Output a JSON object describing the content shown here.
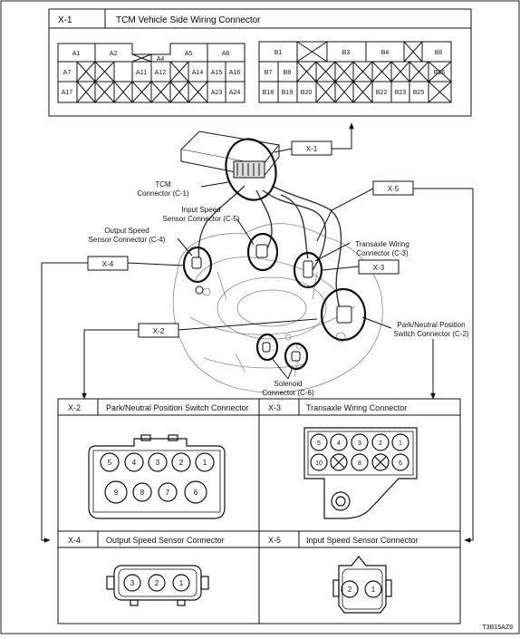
{
  "x1": {
    "id": "X-1",
    "title": "TCM Vehicle Side Wiring Connector",
    "a_pins": {
      "row1": [
        "A1",
        "A2",
        "A4",
        "A5",
        "A6"
      ],
      "row2": [
        "A7",
        "A11",
        "A12",
        "A14",
        "A15",
        "A16"
      ],
      "row3": [
        "A17",
        "A23",
        "A24"
      ]
    },
    "b_pins": {
      "row1": [
        "B1",
        "B3",
        "B4",
        "B6"
      ],
      "row2": [
        "B7",
        "B8",
        "B16"
      ],
      "row3": [
        "B18",
        "B19",
        "B20",
        "B22",
        "B23",
        "B25"
      ]
    }
  },
  "callouts": {
    "x1": "X-1",
    "x2": "X-2",
    "x3": "X-3",
    "x4": "X-4",
    "x5": "X-5",
    "tcm_line1": "TCM",
    "tcm_line2": "Connector (C-1)",
    "input_line1": "Input Speed",
    "input_line2": "Sensor Connector (C-5)",
    "output_line1": "Output Speed",
    "output_line2": "Sensor Connector (C-4)",
    "transaxle_line1": "Transaxle Wiring",
    "transaxle_line2": "Connector (C-3)",
    "park_line1": "Park/Neutral Position",
    "park_line2": "Switch Connector (C-2)",
    "solenoid_line1": "Solenoid",
    "solenoid_line2": "Connector (C-6)"
  },
  "x2": {
    "id": "X-2",
    "title": "Park/Neutral Position Switch Connector",
    "pins_top": [
      "5",
      "4",
      "3",
      "2",
      "1"
    ],
    "pins_bottom": [
      "9",
      "8",
      "7",
      "6"
    ]
  },
  "x3": {
    "id": "X-3",
    "title": "Transaxle Wiring Connector",
    "pins_top": [
      "5",
      "4",
      "3",
      "2",
      "1"
    ],
    "pins_bottom": [
      "10",
      "8",
      "6"
    ]
  },
  "x4": {
    "id": "X-4",
    "title": "Output Speed Sensor Connector",
    "pins": [
      "3",
      "2",
      "1"
    ]
  },
  "x5": {
    "id": "X-5",
    "title": "Input Speed Sensor Connector",
    "pins": [
      "2",
      "1"
    ]
  },
  "figure_code": "T3B15AZ9"
}
